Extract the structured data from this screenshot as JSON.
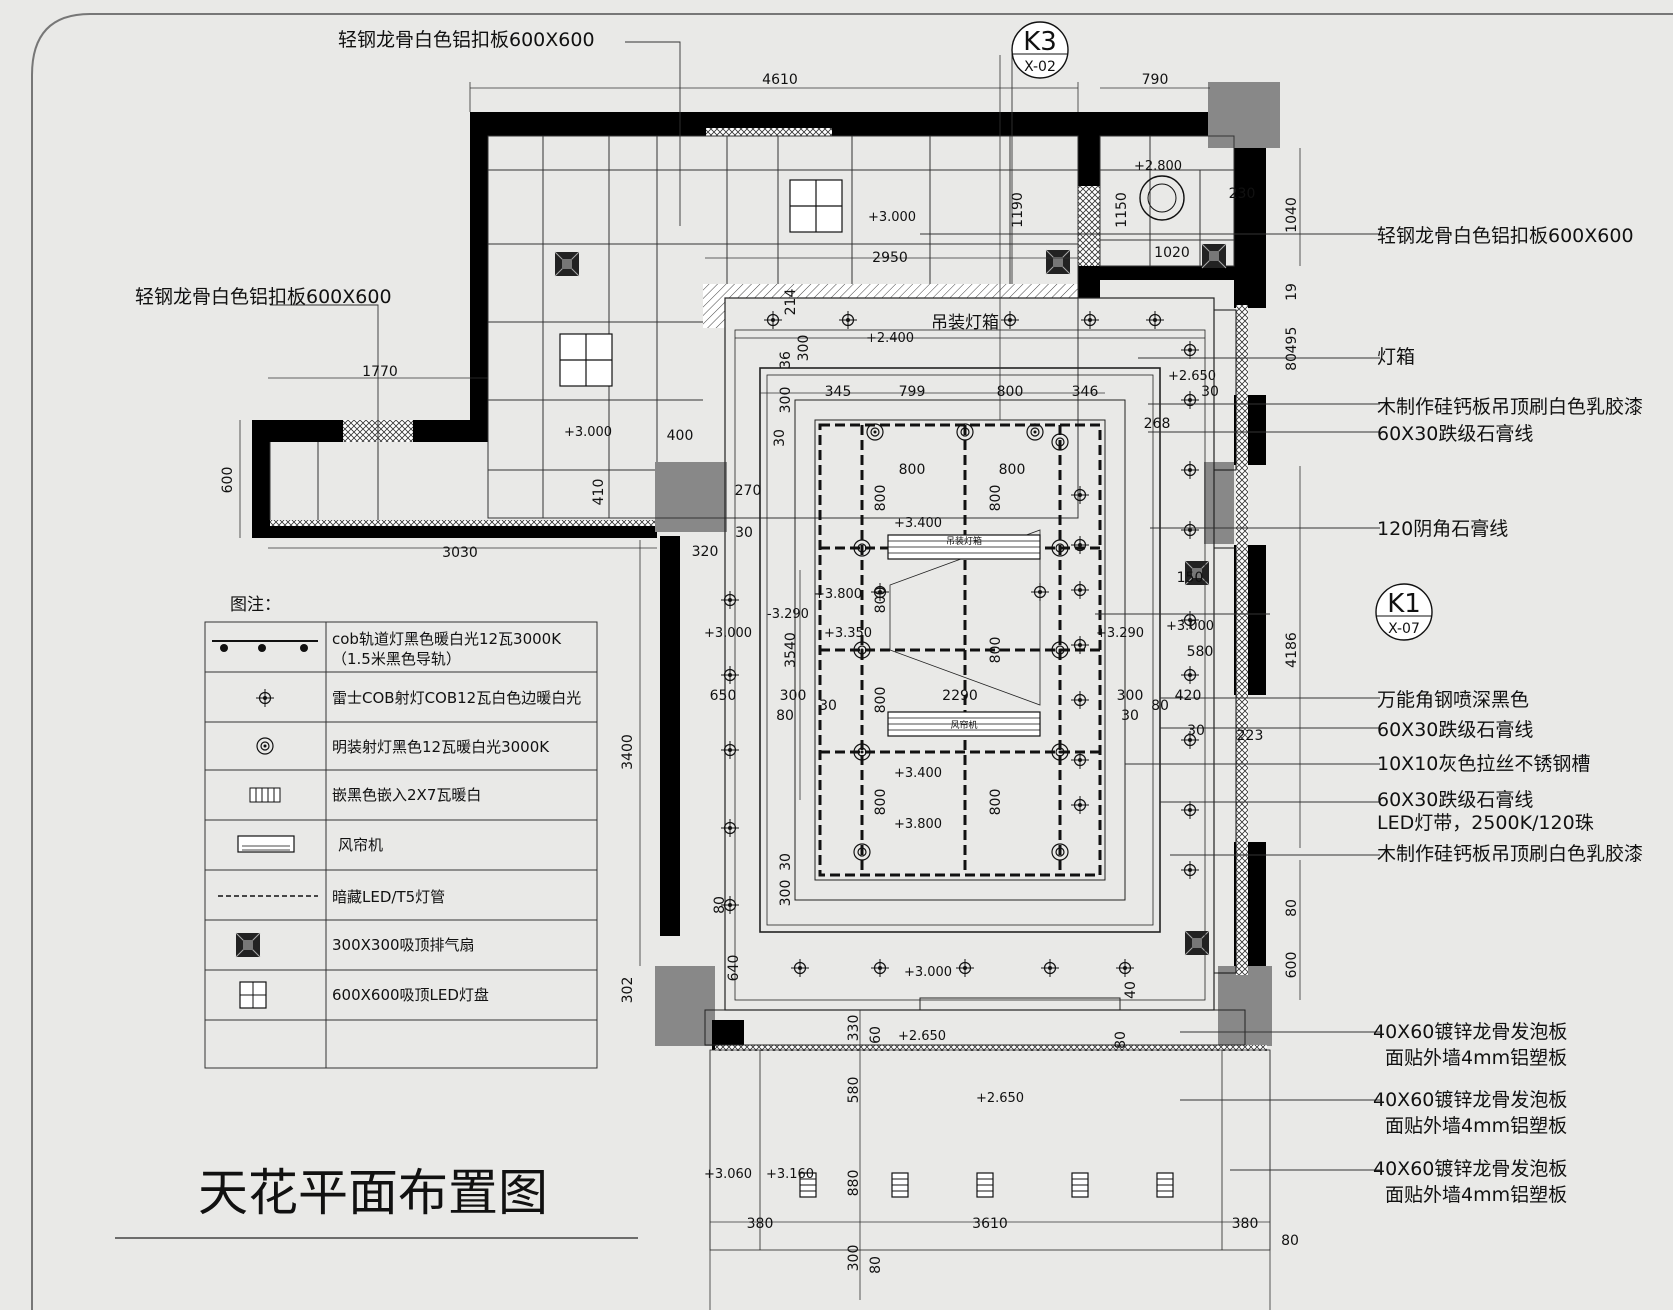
{
  "title": "天花平面布置图",
  "references": [
    {
      "id": "K3",
      "sheet": "X-02"
    },
    {
      "id": "K1",
      "sheet": "X-07"
    }
  ],
  "dimensions": {
    "top_total": "4610",
    "top_right": "790",
    "left_wing": "1770",
    "left_bottom": "3030",
    "mid_2950": "2950",
    "small_1020": "1020",
    "small_1150": "1150",
    "v_1190": "1190",
    "v_1040": "1040",
    "right_4186": "4186",
    "left_3400": "3400",
    "left_3540": "3540",
    "w600": "600",
    "d400": "400",
    "d410": "410",
    "d320": "320",
    "d270": "270",
    "d345": "345",
    "d799": "799",
    "d800": "800",
    "d346": "346",
    "d650": "650",
    "d2290": "2290",
    "d300": "300",
    "d580": "580",
    "d420": "420",
    "d268": "268",
    "d495": "495",
    "d640": "640",
    "d302": "302",
    "d880": "880",
    "b380": "380",
    "b3610": "3610",
    "d80": "80",
    "d30": "30",
    "d19": "19",
    "d230": "230",
    "d40": "40",
    "d330": "330",
    "d60": "60",
    "d150": "150",
    "d223": "223",
    "d214": "214",
    "d36": "36"
  },
  "levels": [
    "+3.000",
    "+2.800",
    "+2.400",
    "+2.650",
    "+3.400",
    "+3.800",
    "+3.350",
    "-3.290",
    "+3.290",
    "+3.060",
    "+3.160"
  ],
  "inline_labels": {
    "lightbox": "吊装灯箱",
    "air_curtain": "风帘机",
    "small_text": "吊装灯箱"
  },
  "callouts": {
    "left": "轻钢龙骨白色铝扣板600X600",
    "top": "轻钢龙骨白色铝扣板600X600",
    "right": [
      "轻钢龙骨白色铝扣板600X600",
      "灯箱",
      "木制作硅钙板吊顶刷白色乳胶漆",
      "60X30跌级石膏线",
      "120阴角石膏线",
      "万能角钢喷深黑色",
      "60X30跌级石膏线",
      "10X10灰色拉丝不锈钢槽",
      "60X30跌级石膏线",
      "LED灯带，2500K/120珠",
      "木制作硅钙板吊顶刷白色乳胶漆",
      "40X60镀锌龙骨发泡板",
      "面贴外墙4mm铝塑板",
      "40X60镀锌龙骨发泡板",
      "面贴外墙4mm铝塑板",
      "40X60镀锌龙骨发泡板",
      "面贴外墙4mm铝塑板"
    ]
  },
  "legend": {
    "title": "图注：",
    "rows": [
      {
        "icon": "track-light-icon",
        "label": "cob轨道灯黑色暖白光12瓦3000K",
        "label2": "（1.5米黑色导轨）"
      },
      {
        "icon": "downlight-icon",
        "label": "雷士COB射灯COB12瓦白色边暖白光"
      },
      {
        "icon": "surface-spotlight-icon",
        "label": "明装射灯黑色12瓦暖白光3000K"
      },
      {
        "icon": "grille-light-icon",
        "label": "嵌黑色嵌入2X7瓦暖白"
      },
      {
        "icon": "air-curtain-icon",
        "label": "风帘机"
      },
      {
        "icon": "hidden-led-icon",
        "label": "暗藏LED/T5灯管"
      },
      {
        "icon": "exhaust-fan-icon",
        "label": "300X300吸顶排气扇"
      },
      {
        "icon": "led-panel-icon",
        "label": "600X600吸顶LED灯盘"
      }
    ]
  }
}
